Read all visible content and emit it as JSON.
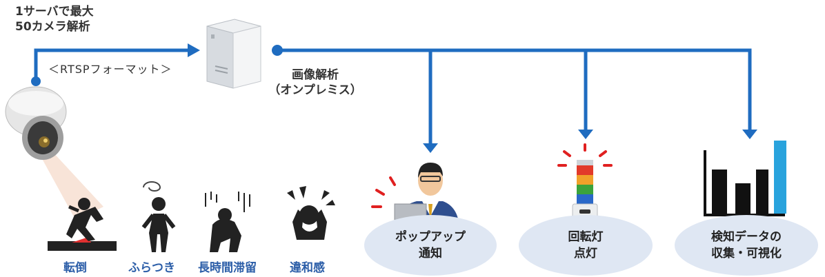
{
  "server_capacity": {
    "line1": "1サーバで最大",
    "line2": "50カメラ解析"
  },
  "protocol_label": "＜RTSPフォーマット＞",
  "analysis_label": {
    "line1": "画像解析",
    "line2": "（オンプレミス）"
  },
  "behaviors": [
    {
      "label": "転倒",
      "icon": "fall-icon"
    },
    {
      "label": "ふらつき",
      "icon": "dizzy-icon"
    },
    {
      "label": "長時間滞留",
      "icon": "long-stay-icon"
    },
    {
      "label": "違和感",
      "icon": "distress-icon"
    }
  ],
  "actions": [
    {
      "line1": "ポップアップ",
      "line2": "通知",
      "icon": "operator-icon"
    },
    {
      "line1": "回転灯",
      "line2": "点灯",
      "icon": "signal-tower-icon"
    },
    {
      "line1": "検知データの",
      "line2": "収集・可視化",
      "icon": "bar-chart-icon"
    }
  ],
  "colors": {
    "flow_line": "#1f6cc0",
    "ellipse": "#dfe7f3",
    "behavior_text": "#2c5ea8",
    "chart_bar": "#29a3dd",
    "alert_red": "#e02020"
  }
}
